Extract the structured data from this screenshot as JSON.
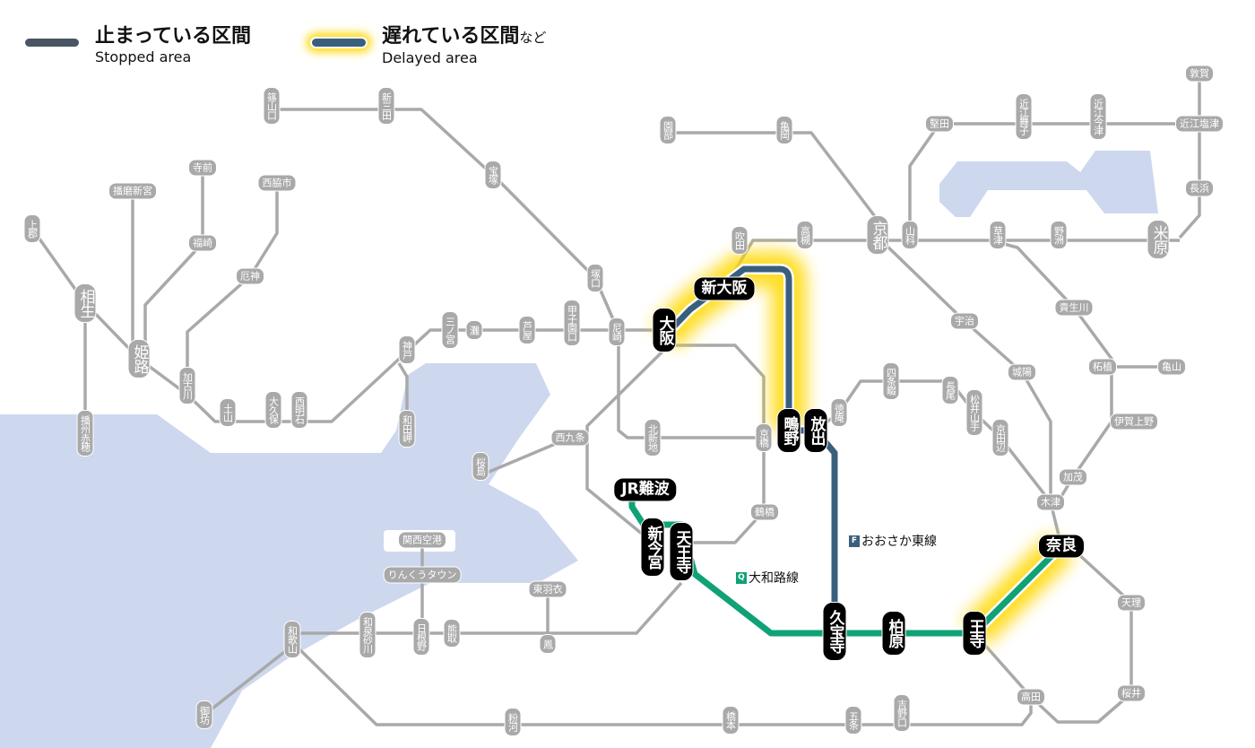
{
  "legend": {
    "stopped": {
      "jp": "止まっている区間",
      "en": "Stopped area",
      "color": "#4a5563"
    },
    "delayed": {
      "jp": "遅れている区間",
      "jp_suffix": "など",
      "en": "Delayed area",
      "color": "#3a5f7d",
      "glow": "#ffd800"
    }
  },
  "lines": {
    "osaka_higashi": {
      "badge": "F",
      "name": "おおさか東線",
      "color": "#3a5f7d"
    },
    "yamatoji": {
      "badge": "Q",
      "name": "大和路線",
      "color": "#0fa276"
    }
  },
  "stations": {
    "sasayamaguchi": "篠山口",
    "shinsanda": "新三田",
    "takarazuka": "宝塚",
    "sonobe": "園部",
    "kameoka": "亀岡",
    "katata": "堅田",
    "omimaiko": "近江舞子",
    "omiimazu": "近江今津",
    "tsuruga": "敦賀",
    "omishiotsu": "近江塩津",
    "nagahama": "長浜",
    "maibara": "米原",
    "yasu": "野洲",
    "kusatsu": "草津",
    "yamashina": "山科",
    "kyoto": "京都",
    "takatsuki": "高槻",
    "suita": "吹田",
    "teramae": "寺前",
    "harimashingu": "播磨新宮",
    "nishiwakishi": "西脇市",
    "kamigori": "上郡",
    "fukusaki": "福崎",
    "aioi": "相生",
    "yakujin": "厄神",
    "himeji": "姫路",
    "kakogawa": "加古川",
    "tsuchiyama": "土山",
    "okubo": "大久保",
    "nishiakashi": "西明石",
    "kobe": "神戸",
    "wadamisaki": "和田岬",
    "banshuako": "播州赤穂",
    "sannomiya": "三ノ宮",
    "nada": "灘",
    "ashiya": "芦屋",
    "koshienguchi": "甲子園口",
    "tsukaguchi": "塚口",
    "amagasaki": "尼崎",
    "osaka": "大阪",
    "shinosaka": "新大阪",
    "shigino": "鴫野",
    "hanaten": "放出",
    "kyobashi": "京橋",
    "kitashinchi": "北新地",
    "nishikujo": "西九条",
    "sakurajima": "桜島",
    "uji": "宇治",
    "kibukawa": "貴生川",
    "joyo": "城陽",
    "tsuge": "柘植",
    "kameyama": "亀山",
    "tokuan": "徳庵",
    "shijonawate": "四条畷",
    "nagao": "長尾",
    "matsuiyamate": "松井山手",
    "kyotanabe": "京田辺",
    "igaueno": "伊賀上野",
    "kamo": "加茂",
    "kizu": "木津",
    "nara": "奈良",
    "jrnamba": "JR難波",
    "shinimamiya": "新今宮",
    "tennoji": "天王寺",
    "tsuruhashi": "鶴橋",
    "kansaiairport": "関西空港",
    "rinkutown": "りんくうタウン",
    "higashihagoromo": "東羽衣",
    "otori": "鳳",
    "wakayama": "和歌山",
    "izumisunagawa": "和泉砂川",
    "hineno": "日根野",
    "kumatori": "熊取",
    "gobo": "御坊",
    "kokawa": "粉河",
    "hashimoto": "橋本",
    "gojo": "五条",
    "yoshinoguchi": "吉野口",
    "kyuhoji": "久宝寺",
    "kashiwara": "柏原",
    "oji": "王寺",
    "tenri": "天理",
    "takada": "高田",
    "sakurai": "桜井"
  }
}
